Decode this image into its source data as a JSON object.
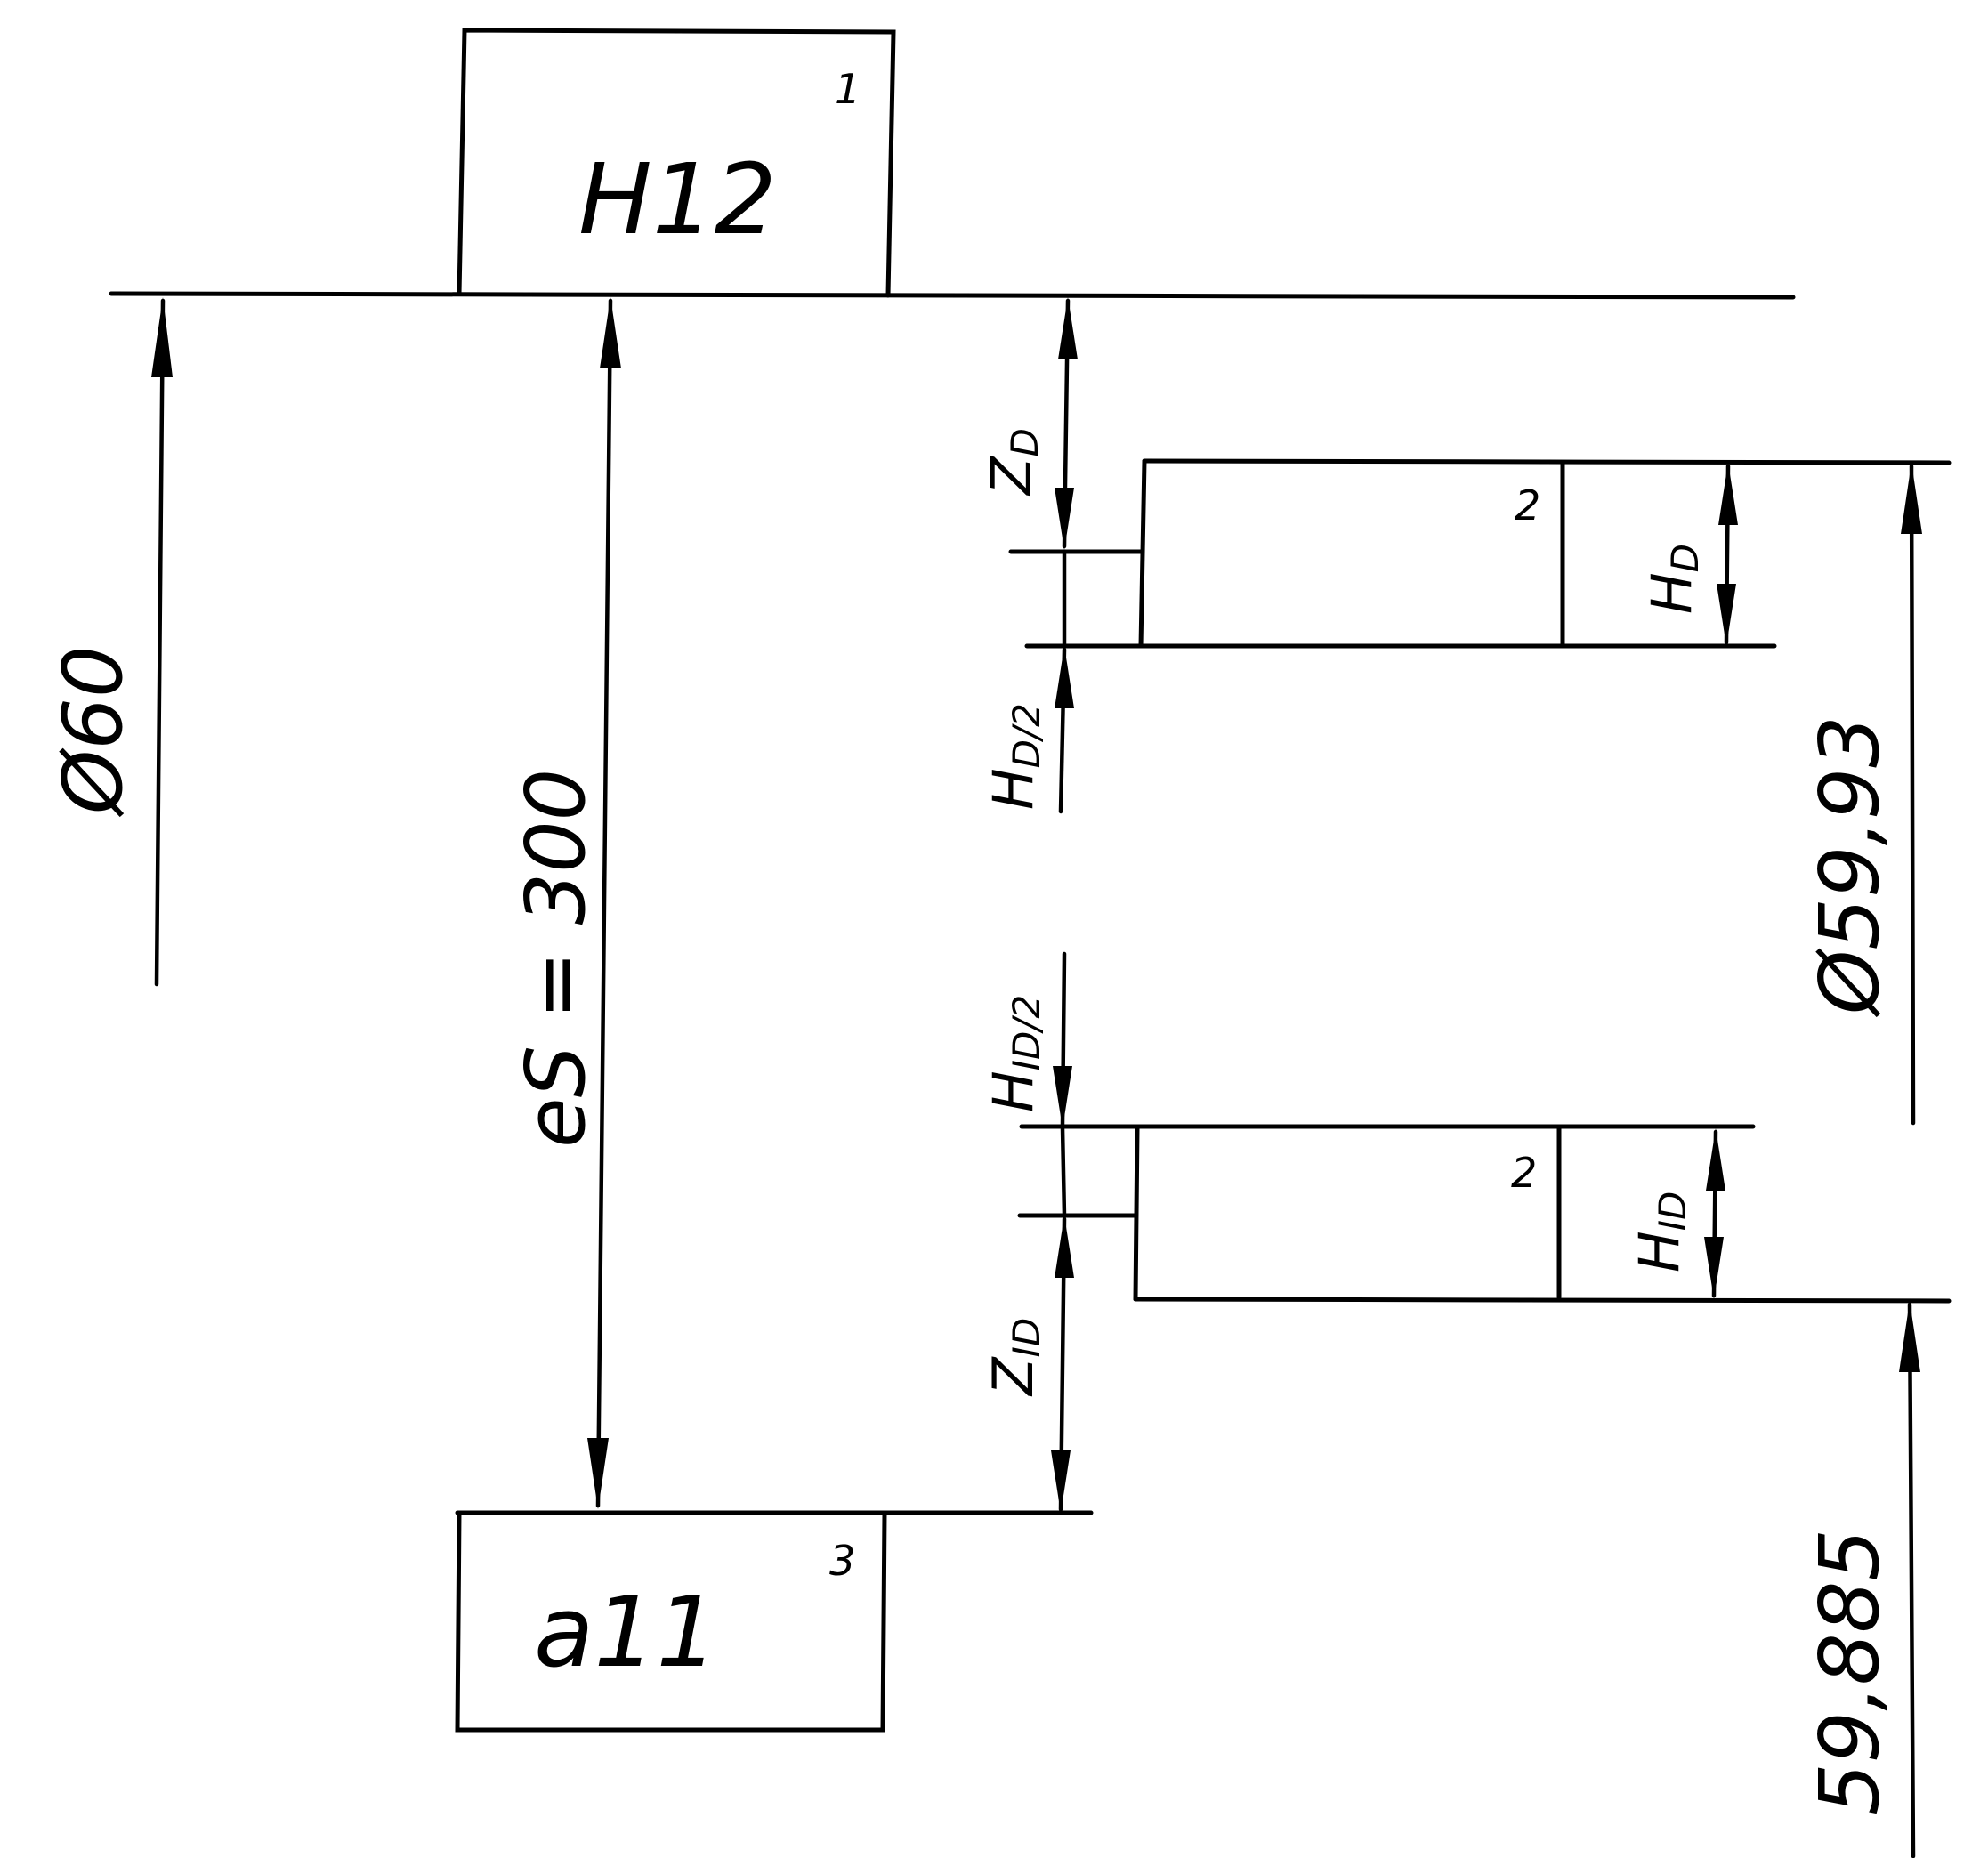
{
  "zones": {
    "hole_zone": {
      "label": "H12",
      "index": "1"
    },
    "wear_zone_top": {
      "index": "2"
    },
    "wear_zone_bottom": {
      "index": "2"
    },
    "shaft_zone": {
      "label": "a11",
      "index": "3"
    }
  },
  "dimensions": {
    "nominal": "Ø60",
    "es": "eS = 300",
    "max_size": "Ø59,93",
    "min_size": "59,885",
    "z_d": "Z",
    "z_d_sub": "D",
    "h_d_half": "H",
    "h_d_half_sub": "D/2",
    "h_d": "H",
    "h_d_sub": "D",
    "h_id_half": "H",
    "h_id_half_sub": "ID/2",
    "h_id": "H",
    "h_id_sub": "ID",
    "z_id": "Z",
    "z_id_sub": "ID"
  }
}
